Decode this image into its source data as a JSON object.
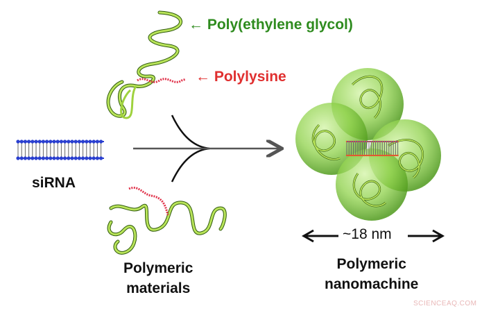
{
  "labels": {
    "peg": "← Poly(ethylene glycol)",
    "polylysine": "← Polylysine",
    "sirna": "siRNA",
    "polymeric_materials_line1": "Polymeric",
    "polymeric_materials_line2": "materials",
    "nanomachine_line1": "Polymeric",
    "nanomachine_line2": "nanomachine",
    "size": "~18 nm",
    "watermark": "SCIENCEAQ.COM"
  },
  "colors": {
    "peg": "#2e8b1e",
    "polylysine": "#e03030",
    "sphere": "#7ccc3a",
    "arrow": "#555555"
  }
}
